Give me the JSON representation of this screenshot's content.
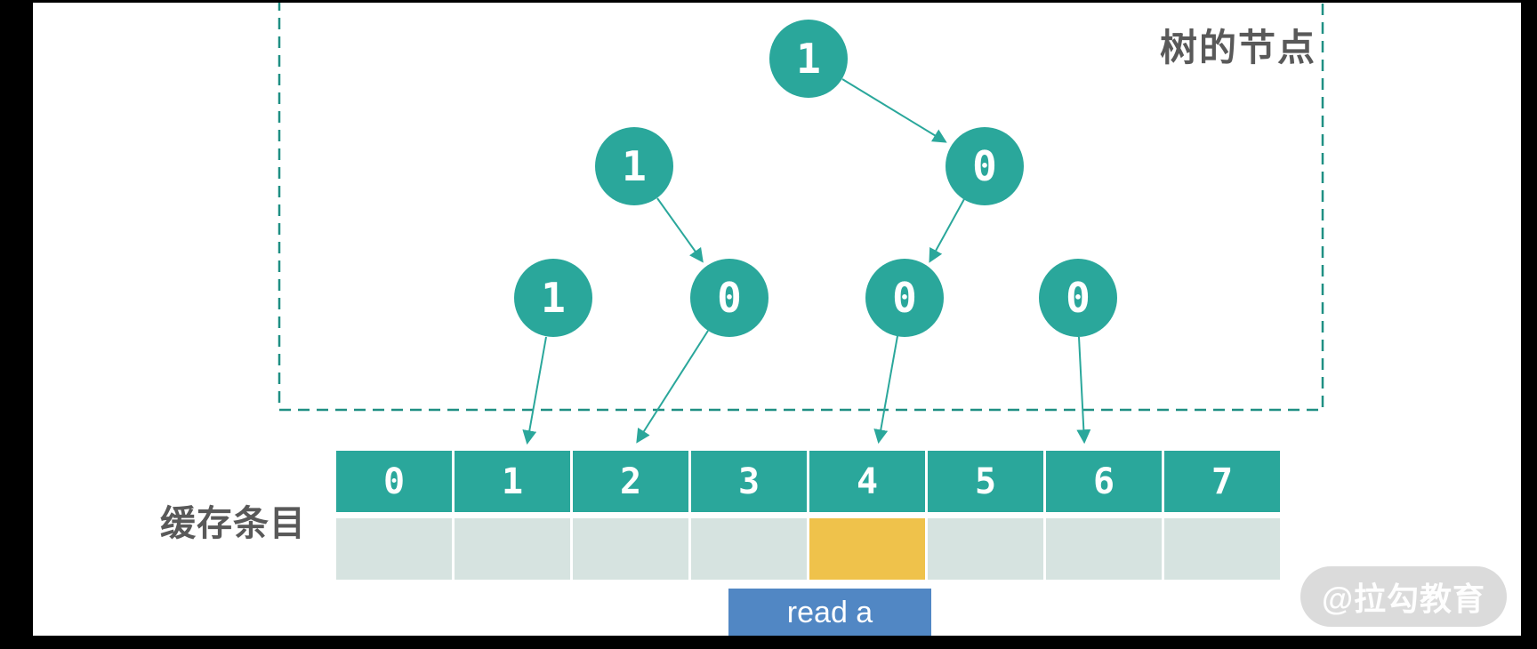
{
  "panel": {
    "label": "树的节点"
  },
  "tree": {
    "nodes": [
      {
        "name": "root",
        "value": "1"
      },
      {
        "name": "left",
        "value": "1"
      },
      {
        "name": "right",
        "value": "0"
      },
      {
        "name": "left-left",
        "value": "1"
      },
      {
        "name": "left-right",
        "value": "0"
      },
      {
        "name": "right-left",
        "value": "0"
      },
      {
        "name": "right-right",
        "value": "0"
      }
    ]
  },
  "cache": {
    "label": "缓存条目",
    "headers": [
      "0",
      "1",
      "2",
      "3",
      "4",
      "5",
      "6",
      "7"
    ],
    "highlighted_slot": "4"
  },
  "action_label": "read a",
  "watermark": "@拉勾教育",
  "colors": {
    "teal": "#2AA79B",
    "teal-dark": "#1F8F83",
    "row-light": "#D6E3E0",
    "highlight-yellow": "#EFC24B",
    "button-blue": "#5187C4",
    "label-gray": "#595959",
    "watermark-bg": "#DBDBDB"
  }
}
